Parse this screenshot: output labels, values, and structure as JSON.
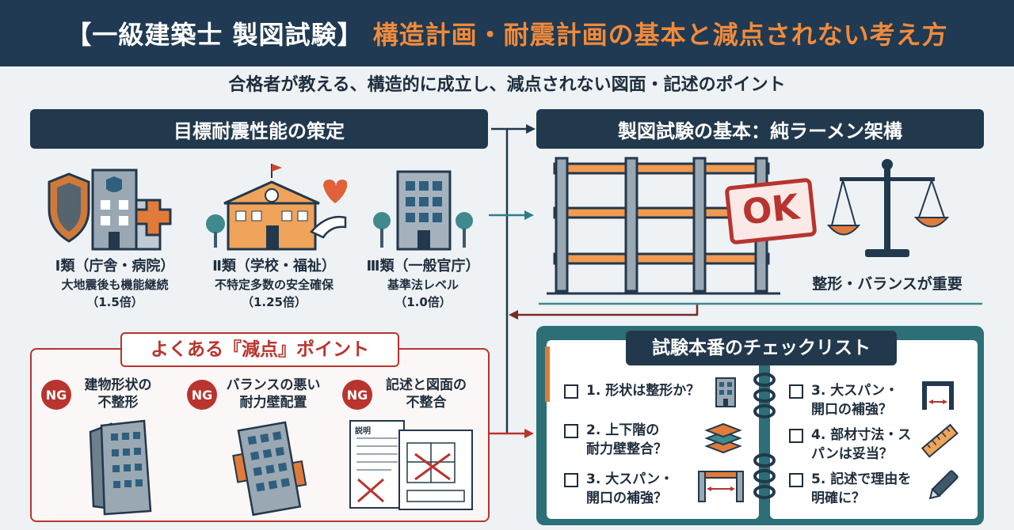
{
  "header": {
    "title_white": "【一級建築士 製図試験】",
    "title_orange": "構造計画・耐震計画の基本と減点されない考え方"
  },
  "subtitle": "合格者が教える、構造的に成立し、減点されない図面・記述のポイント",
  "seismic": {
    "heading": "目標耐震性能の策定",
    "categories": [
      {
        "name": "Ⅰ類（庁舎・病院）",
        "desc": "大地震後も機能継続",
        "factor": "（1.5倍）"
      },
      {
        "name": "Ⅱ類（学校・福祉）",
        "desc": "不特定多数の安全確保",
        "factor": "（1.25倍）"
      },
      {
        "name": "Ⅲ類（一般官庁）",
        "desc": "基準法レベル",
        "factor": "（1.0倍）"
      }
    ]
  },
  "frame": {
    "heading": "製図試験の基本：純ラーメン架構",
    "ok_label": "OK",
    "balance_note": "整形・バランスが重要"
  },
  "ng": {
    "heading": "よくある『減点』ポイント",
    "badge": "NG",
    "items": [
      {
        "line1": "建物形状の",
        "line2": "不整形"
      },
      {
        "line1": "バランスの悪い",
        "line2": "耐力壁配置"
      },
      {
        "line1": "記述と図面の",
        "line2": "不整合"
      }
    ],
    "doc_label": "説明"
  },
  "checklist": {
    "heading": "試験本番のチェックリスト",
    "left": [
      {
        "line1": "1. 形状は整形か？",
        "line2": ""
      },
      {
        "line1": "2. 上下階の",
        "line2": "耐力壁整合？"
      },
      {
        "line1": "3. 大スパン・",
        "line2": "開口の補強？"
      }
    ],
    "right": [
      {
        "line1": "3. 大スパン・",
        "line2": "開口の補強？"
      },
      {
        "line1": "4. 部材寸法・ス",
        "line2": "パンは妥当？"
      },
      {
        "line1": "5. 記述で理由を",
        "line2": "明確に？"
      }
    ]
  },
  "colors": {
    "navy": "#1f3a52",
    "orange": "#f08a3c",
    "red": "#b8342e",
    "teal": "#2c6f76"
  }
}
